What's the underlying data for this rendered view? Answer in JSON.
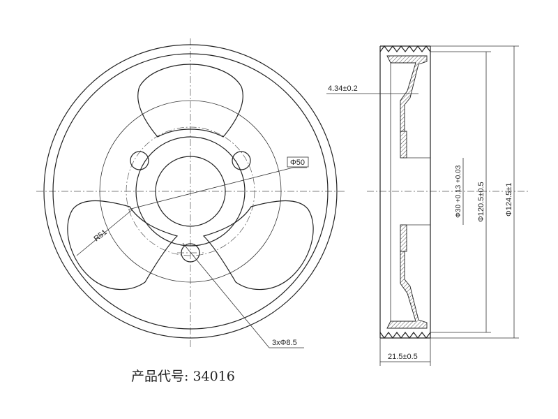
{
  "product": {
    "code_label": "产品代号:",
    "code_value": "34016"
  },
  "front_view": {
    "hub_diameter": "Φ50",
    "window_radius": "R51",
    "holes": "3xΦ8.5"
  },
  "section_view": {
    "wall_thickness": "4.34±0.2",
    "bore_diameter": "Φ30 +0.13 +0.03",
    "groove_diameter": "Φ120.5±0.5",
    "outer_diameter": "Φ124.5±1",
    "width": "21.5±0.5"
  },
  "colors": {
    "line": "#222222",
    "background": "#ffffff"
  }
}
